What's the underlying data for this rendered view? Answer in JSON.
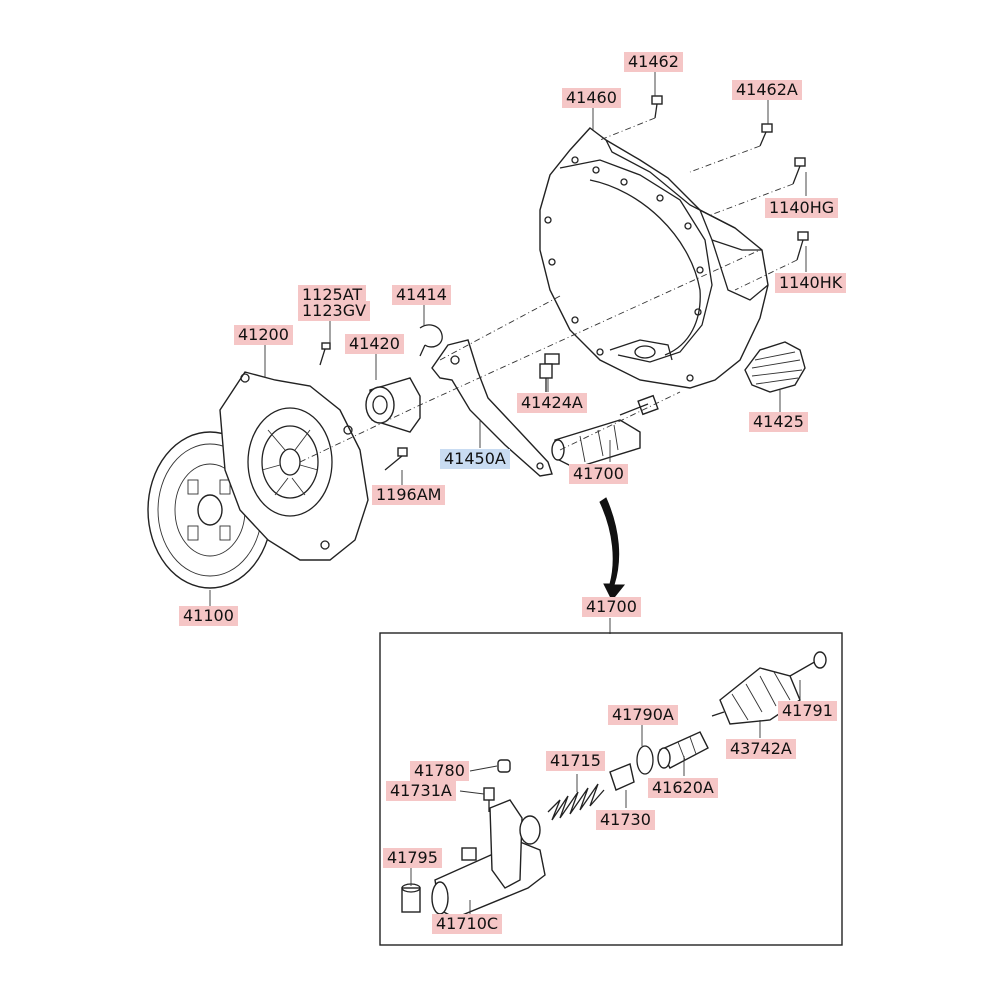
{
  "colors": {
    "label_highlight": "#f5c6c6",
    "label_selected": "#c9dcf2",
    "line": "#222222"
  },
  "labels": {
    "p41462": "41462",
    "p41460": "41460",
    "p41462a": "41462A",
    "p1140hg": "1140HG",
    "p1140hk": "1140HK",
    "p1125at": "1125AT",
    "p1123gv": "1123GV",
    "p41414": "41414",
    "p41200": "41200",
    "p41420": "41420",
    "p41424a": "41424A",
    "p41425": "41425",
    "p41450a": "41450A",
    "p41700": "41700",
    "p1196am": "1196AM",
    "p41100": "41100",
    "p41700_box": "41700",
    "p41790a": "41790A",
    "p41791": "41791",
    "p43742a": "43742A",
    "p41780": "41780",
    "p41715": "41715",
    "p41731a": "41731A",
    "p41620a": "41620A",
    "p41730": "41730",
    "p41795": "41795",
    "p41710c": "41710C"
  }
}
